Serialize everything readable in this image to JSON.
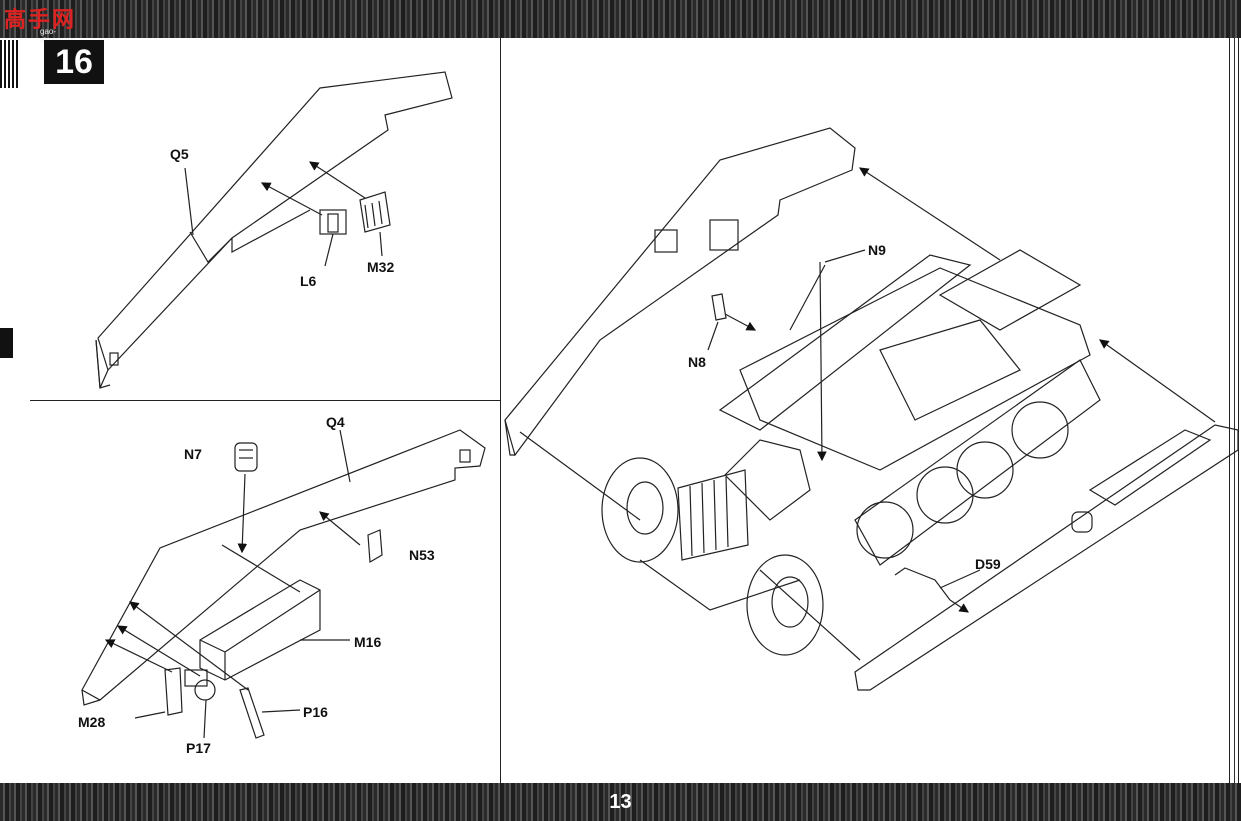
{
  "watermark": {
    "text": "高手网",
    "sub": "gao-shou.com"
  },
  "step": {
    "number": "16"
  },
  "page": {
    "number": "13"
  },
  "labels": {
    "q5": "Q5",
    "l6": "L6",
    "m32": "M32",
    "n7": "N7",
    "q4": "Q4",
    "n53": "N53",
    "m16": "M16",
    "m28": "M28",
    "p17": "P17",
    "p16": "P16",
    "n9": "N9",
    "n8": "N8",
    "d59": "D59"
  }
}
